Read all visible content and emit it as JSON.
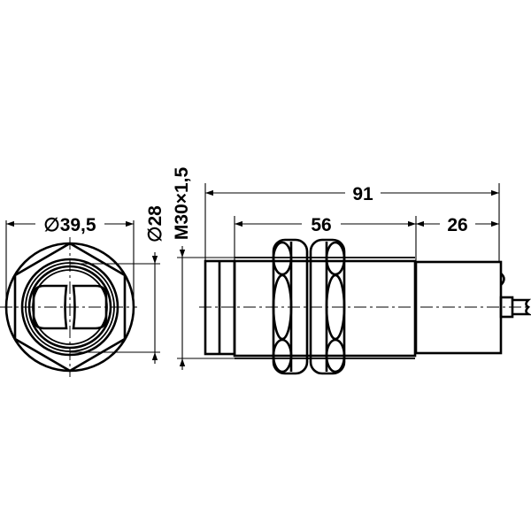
{
  "drawing": {
    "type": "technical-dimension-drawing",
    "subject": "cylindrical sensor with hex nuts and cable",
    "line_color": "#000000",
    "background": "#ffffff",
    "front_view": {
      "outer_diameter_label": "∅39,5",
      "inner_diameter_label": "∅28"
    },
    "side_view": {
      "thread_label": "M30×1,5",
      "overall_length_label": "91",
      "threaded_length_label": "56",
      "rear_length_label": "26"
    }
  }
}
